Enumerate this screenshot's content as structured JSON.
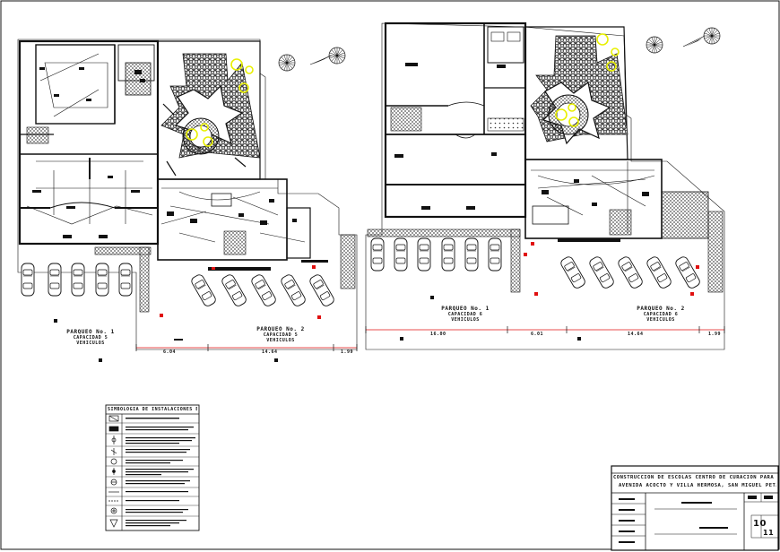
{
  "sheet": {
    "title_line_1": "CONSTRUCCION DE ESCOLAS CENTRO DE CURACION PARA LA MUJER",
    "title_line_2": "AVENIDA ACOCTO Y VILLA HERMOSA, SAN MIGUEL PETAPA",
    "sheet_number": "10",
    "sheet_total": "11"
  },
  "plan_left": {
    "parking_1": {
      "title": "PARQUEO No. 1",
      "capacity": "CAPACIDAD 5",
      "unit": "VEHICULOS"
    },
    "parking_2": {
      "title": "PARQUEO No. 2",
      "capacity": "CAPACIDAD 5",
      "unit": "VEHICULOS"
    },
    "dims": [
      "6.04",
      "14.64",
      "1.99"
    ]
  },
  "plan_right": {
    "parking_1": {
      "title": "PARQUEO No. 1",
      "capacity": "CAPACIDAD 6",
      "unit": "VEHICULOS"
    },
    "parking_2": {
      "title": "PARQUEO No. 2",
      "capacity": "CAPACIDAD 6",
      "unit": "VEHICULOS"
    },
    "dims": [
      "16.00",
      "6.01",
      "14.64",
      "1.99"
    ]
  },
  "legend": {
    "title": "SIMBOLOGIA DE INSTALACIONES ELECTRICAS"
  },
  "colors": {
    "line": "#111111",
    "highlight": "#e8f000",
    "marker": "#e01010",
    "hatch": "#222222"
  }
}
